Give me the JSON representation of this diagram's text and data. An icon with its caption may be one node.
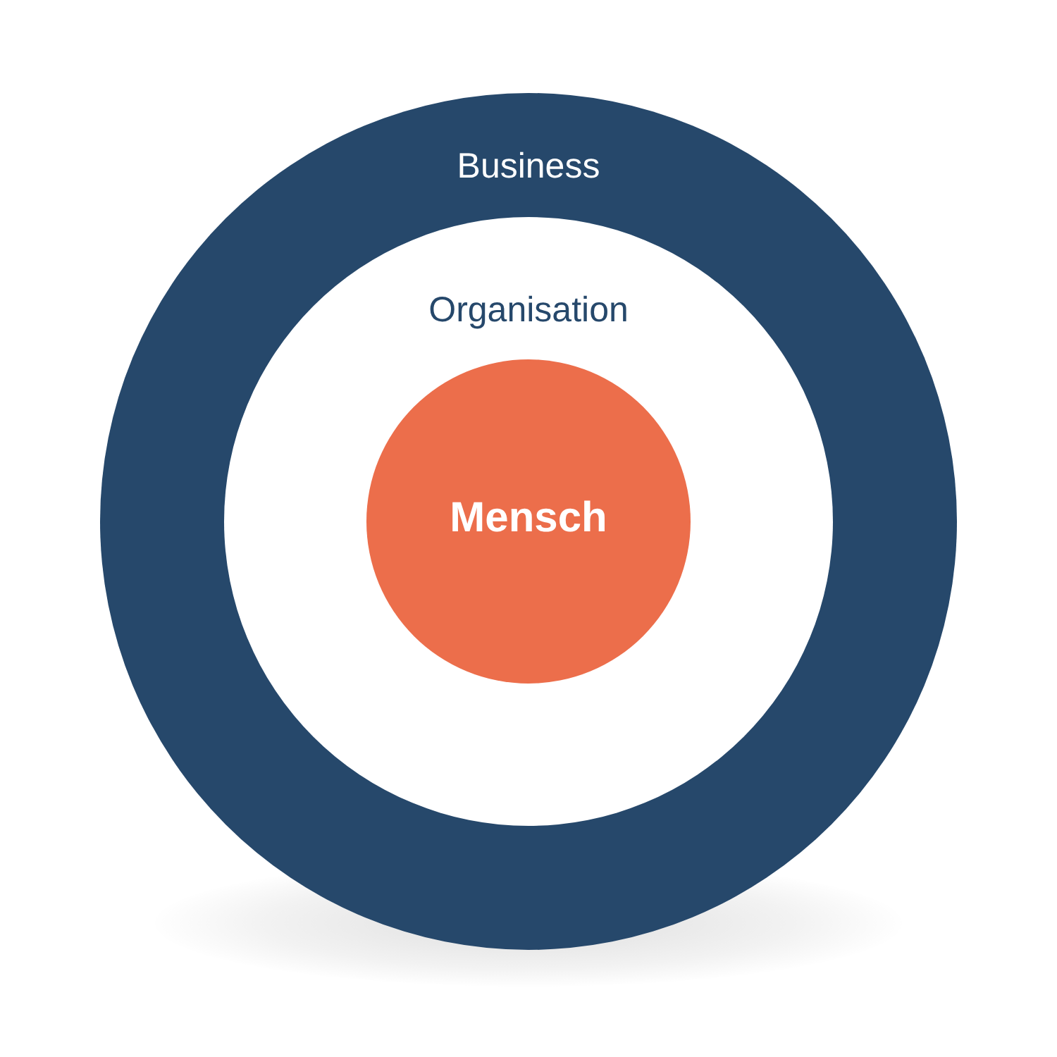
{
  "diagram": {
    "nodes": [
      {
        "text": [
          "Business"
        ]
      },
      {
        "text": [
          "Organisation"
        ],
        "in": 0
      },
      {
        "text": [
          "Mensch"
        ],
        "in": 1
      }
    ]
  }
}
